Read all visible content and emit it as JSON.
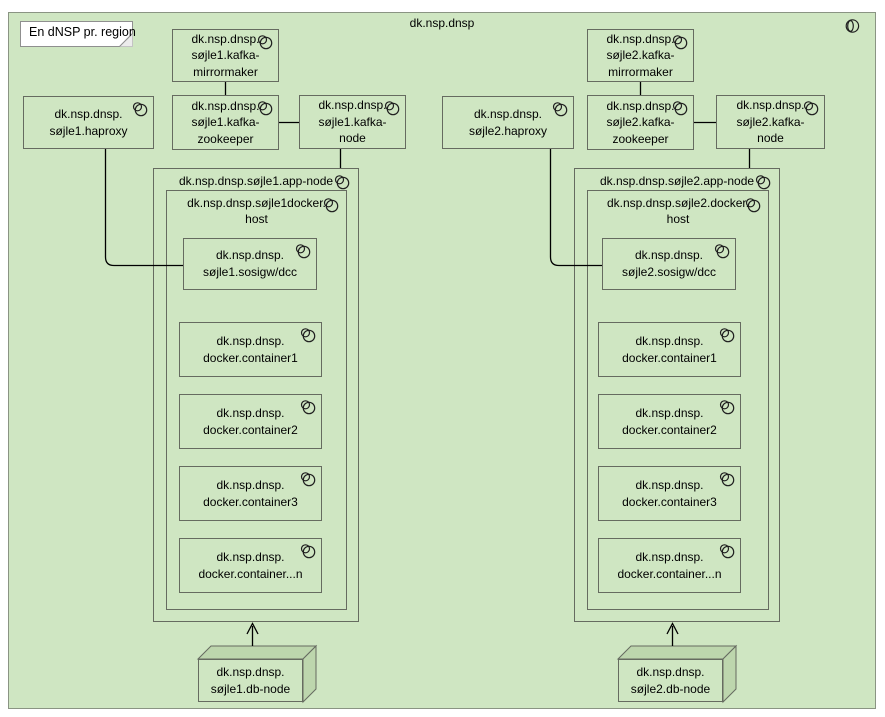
{
  "diagram": {
    "title": "dk.nsp.dnsp",
    "note": "En dNSP pr. region"
  },
  "colors": {
    "diagram_fill": "#cfe6c2",
    "node_fill": "#cfe6c2",
    "db_face_fill": "#bdd6ad",
    "border": "#666b60",
    "frame_border": "#8a9483",
    "note_fill": "#ffffff",
    "connector": "#000000",
    "text": "#000000"
  },
  "icons": {
    "node_icon": "overlapping-circles-node-icon",
    "frame_icon": "circle-with-ellipse-icon"
  },
  "sojle1": {
    "mirrormaker": "dk.nsp.dnsp.\nsøjle1.kafka-\nmirrormaker",
    "haproxy": "dk.nsp.dnsp.\nsøjle1.haproxy",
    "zookeeper": "dk.nsp.dnsp.\nsøjle1.kafka-\nzookeeper",
    "kafka_node": "dk.nsp.dnsp.\nsøjle1.kafka-\nnode",
    "app_node": "dk.nsp.dnsp.søjle1.app-node",
    "docker_host": "dk.nsp.dnsp.søjle1docker.\nhost",
    "sosigw": "dk.nsp.dnsp.\nsøjle1.sosigw/dcc",
    "container1": "dk.nsp.dnsp.\ndocker.container1",
    "container2": "dk.nsp.dnsp.\ndocker.container2",
    "container3": "dk.nsp.dnsp.\ndocker.container3",
    "container_n": "dk.nsp.dnsp.\ndocker.container...n",
    "db_node": "dk.nsp.dnsp.\nsøjle1.db-node"
  },
  "sojle2": {
    "mirrormaker": "dk.nsp.dnsp.\nsøjle2.kafka-\nmirrormaker",
    "haproxy": "dk.nsp.dnsp.\nsøjle2.haproxy",
    "zookeeper": "dk.nsp.dnsp.\nsøjle2.kafka-\nzookeeper",
    "kafka_node": "dk.nsp.dnsp.\nsøjle2.kafka-\nnode",
    "app_node": "dk.nsp.dnsp.søjle2.app-node",
    "docker_host": "dk.nsp.dnsp.søjle2.docker.\nhost",
    "sosigw": "dk.nsp.dnsp.\nsøjle2.sosigw/dcc",
    "container1": "dk.nsp.dnsp.\ndocker.container1",
    "container2": "dk.nsp.dnsp.\ndocker.container2",
    "container3": "dk.nsp.dnsp.\ndocker.container3",
    "container_n": "dk.nsp.dnsp.\ndocker.container...n",
    "db_node": "dk.nsp.dnsp.\nsøjle2.db-node"
  }
}
